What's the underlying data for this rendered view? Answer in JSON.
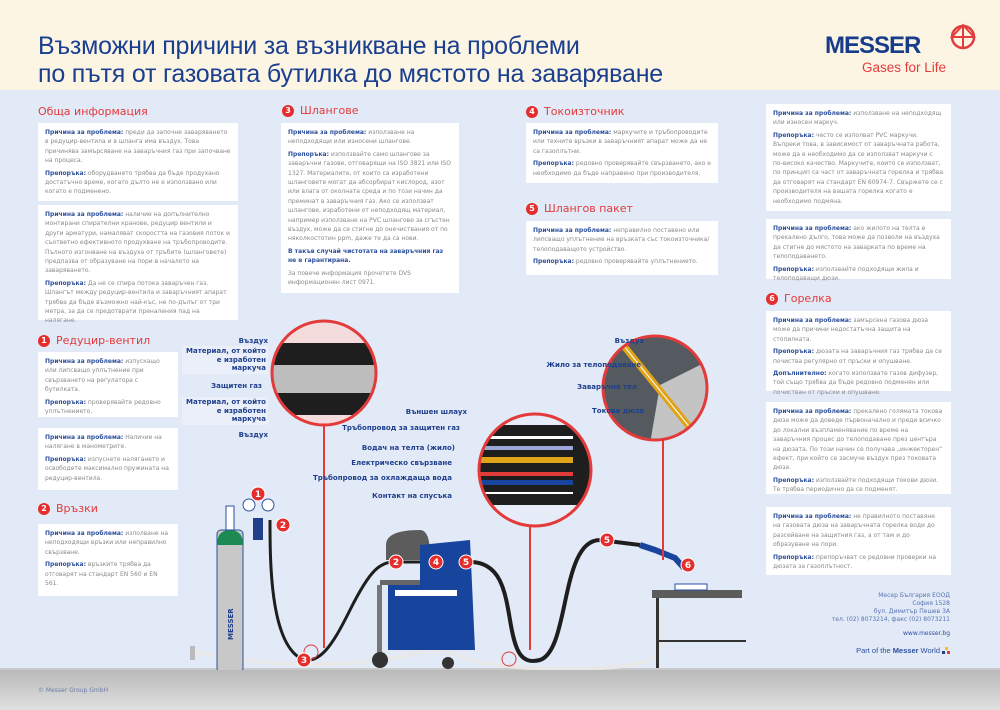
{
  "header": {
    "title_line1": "Възможни причини за възникване на проблеми",
    "title_line2": "по пътя от газовата бутилка до мястото на заваряване",
    "logo_word": "MESSER",
    "logo_tagline": "Gases for Life"
  },
  "colors": {
    "brand_blue": "#1a3f8f",
    "accent_red": "#e33a3a",
    "background": "#e2eaf8",
    "header_bg": "#fdf5e4"
  },
  "labels": {
    "cause": "Причина за проблема:",
    "recommendation": "Препоръка:",
    "additional": "Допълнително:"
  },
  "sections": {
    "general": {
      "title": "Обща информация",
      "boxes": [
        {
          "cause": "преди да започне заваряването в редуцир-вентила и в шланга има въздух. Това причинява замърсяване на заваръчния газ при започване на процеса.",
          "rec": "оборудването трябва да бъде продухано достатъчно време, когато дълто не е използвано или когато е подменено."
        },
        {
          "cause": "наличие на допълнително монтирани спирателни кранове, редуцир вентили и други арматури, намаляват скоростта на газовия поток и съответно ефективното продухване на тръбопроводите. Пълното изгонване на въздуха от тръбите (шланговете) предпазва от образуване на пори в началото на заваряването.",
          "rec": "Да не се спира потока заваръчен газ. Шлангът между редуцир-вентила и заваръчният апарат трябва да бъде възможно най-къс, не по-дълъг от три метра, за да се предотврати преналения пад на налягане."
        }
      ]
    },
    "s1": {
      "num": "1",
      "title": "Редуцир-вентил",
      "boxes": [
        {
          "cause": "изпускащо или липсващо уплътнение при свързването на регулатора с бутилката.",
          "rec": "проверявайте редовно уплътнението."
        },
        {
          "cause": "Наличие на налягане в манометрите.",
          "rec": "изпуснете налягането и освободете максимално пружината на редуцир-вентила."
        }
      ]
    },
    "s2": {
      "num": "2",
      "title": "Връзки",
      "boxes": [
        {
          "cause": "изполване на неподходящи връзки или неправилно свързване.",
          "rec": "връзките трябва да отговарят на стандарт EN 560 и EN 561."
        }
      ]
    },
    "s3": {
      "num": "3",
      "title": "Шлангове",
      "box": {
        "cause": "използване на неподходящи или износени шлангове.",
        "rec": "използвайте само шлангове за заваръчни газове, отговарящи на ISO 3821 или ISO 1327. Материалите, от които са изработени шланговете могат да абсорбират кислород, азот или влага от околната среда и по този начин да преминат в заваръчния газ. Ако се използват шлангове, изработени от неподходящ материал, например използване на PVC шлангове за сгъстен въздух, може да се стигне до онечиствания от по няколкостотин ppm, даже те да са нови.",
        "warning": "В такъв случай чистотата на заваръчния газ не е гарантирана.",
        "note": "За повече информация прочетете DVS информационен лист 0971."
      }
    },
    "s4": {
      "num": "4",
      "title": "Токоизточник",
      "box": {
        "cause": "маркучите и тръбопроводите или техните връзки в заваръчният апарат може да не са газоплътни.",
        "rec": "редовно проверявайте свързването, ако е необходимо да бъде направено при производителя."
      }
    },
    "s5": {
      "num": "5",
      "title": "Шлангов пакет",
      "box": {
        "cause": "неправилно поставено или липсващо уплътнение на връзката със токоизточника/телоподаващото устройство.",
        "rec": "редовно проверявайте уплътнението."
      }
    },
    "s5b": {
      "boxes": [
        {
          "cause": "използване на неподходящ или износен маркуч.",
          "rec": "често се изполват PVC маркучи. Въпреки това, в зависимост от заваръчната работа, може да е необходимо да се използват маркучи с по-високо качество. Маркучите, които се използват, по принцип са част от заваръчната горелка и трябва да отговарят на стандарт EN 60974-7. Свържете се с производителя на вашата горелка когато е необходимо подмяна."
        },
        {
          "cause": "ако жилото на телта е прекалено дълго, това може да позволи на въздуха да стигне до мястото на заварката по време на телоподаването.",
          "rec": "използвайте подходящи жила и телоподаващи дюзи."
        }
      ]
    },
    "s6": {
      "num": "6",
      "title": "Горелка",
      "boxes": [
        {
          "cause": "замърсена газова дюза може да причини недостатъчна защита на стопилката.",
          "rec": "дюзата на заваръчния газ трябва да се почиства регулярно от пръски и опушване.",
          "add": "когато използвате газов дифузер, той също трябва да бъде редовно подменян или почистван от пръски и опушване."
        },
        {
          "cause": "прекалено голямата токова дюза може да доведе първоначално и преди всичко до локални възпламенявание по време на заваръчния процес до телоподаване през центъра на дюзата. По този начин се получава „инжекторен“ ефект, при който се засмуче въздух през токовата дюза.",
          "rec": "използвайте подходящи токови дюзи. Те трябва периодично да се подменят."
        },
        {
          "cause": "не правилното поставяне на газовата дюза на заваръчната горелка води до разсейване на защитния газ, а от там и до образуване на пори.",
          "rec": "препоръчват се редовни проверки на дюзата за газоплътност."
        }
      ]
    }
  },
  "diagram": {
    "hose_labels": [
      "Въздух",
      "Материал, от който е изработен маркуча",
      "Защитен газ",
      "Материал, от който е изработен маркуча",
      "Въздух"
    ],
    "cable_labels": [
      "Външен шлаух",
      "Тръбопровод за защитен газ",
      "Водач на телта (жило)",
      "Електрическо свързване",
      "Тръбопровод за охлаждаща вода",
      "Контакт на спусъка"
    ],
    "torch_labels": [
      "Въздух",
      "Жило за телоподаване",
      "Заваръчна тел",
      "Токова дюза"
    ],
    "markers": [
      "1",
      "2",
      "3",
      "2",
      "4",
      "5",
      "5",
      "6"
    ],
    "cylinder_brand": "MESSER"
  },
  "contact": {
    "company": "Месер България ЕООД",
    "city": "София 1528",
    "street": "бул. Димитър Пешев 3А",
    "phone": "тел. (02) 8073214, факс (02) 8073211",
    "web": "www.messer.bg",
    "world_prefix": "Part of the",
    "world_brand": "Messer",
    "world_suffix": "World"
  },
  "footer": {
    "copyright": "© Messer Group GmbH"
  }
}
